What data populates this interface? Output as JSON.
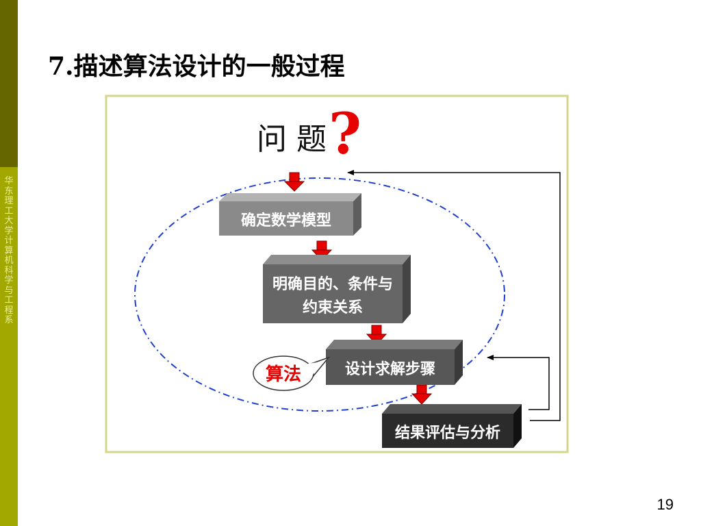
{
  "slide": {
    "title": "7.描述算法设计的一般过程",
    "page_number": "19",
    "sidebar_text": "华东理工大学计算机科学与工程系",
    "colors": {
      "sidebar_top": "#666600",
      "sidebar_bottom": "#a3a800",
      "frame": "#d6d688"
    }
  },
  "diagram": {
    "problem_label": "问 题",
    "question_mark": "?",
    "steps": [
      {
        "line1": "确定数学模型",
        "line2": ""
      },
      {
        "line1": "明确目的、条件与",
        "line2": "约束关系"
      },
      {
        "line1": "设计求解步骤",
        "line2": ""
      },
      {
        "line1": "结果评估与分析",
        "line2": ""
      }
    ],
    "callout_label": "算法",
    "colors": {
      "arrow": "#e60000",
      "ellipse": "#1f3fcf",
      "box_light": "#8a8a8a",
      "box_mid": "#666666",
      "box_dark": "#2b2b2b"
    }
  }
}
